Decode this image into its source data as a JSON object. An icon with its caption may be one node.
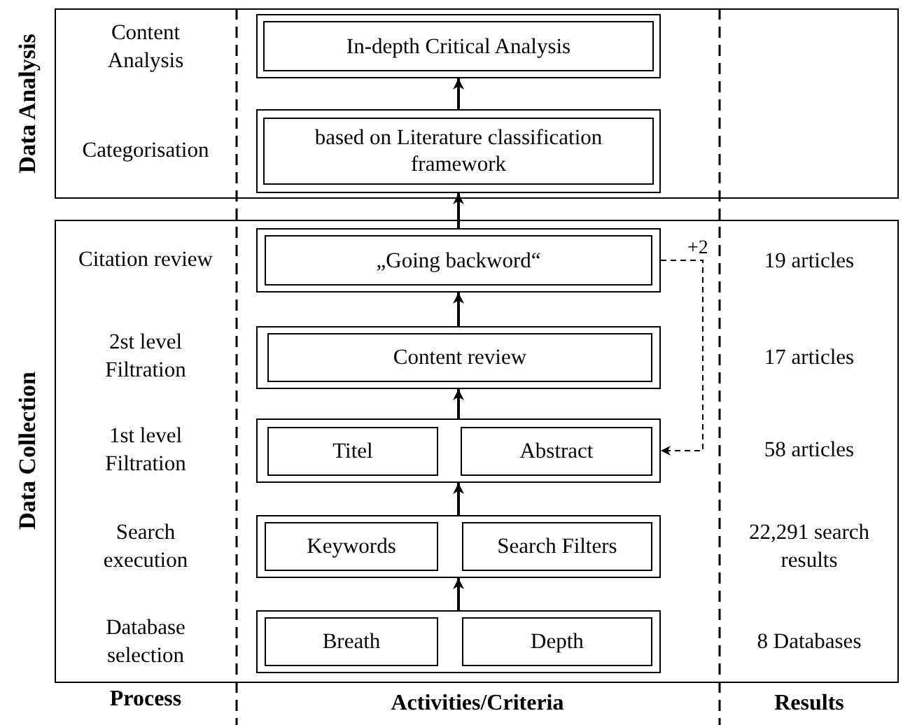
{
  "diagram": {
    "nodes": [
      {
        "text": [
          "Data Analysis"
        ]
      },
      {
        "text": [],
        "shape": "box",
        "in": 0
      },
      {
        "text": [
          "In-depth Critical Analysis"
        ],
        "in": 1
      },
      {
        "text": [],
        "shape": "box",
        "in": 0
      },
      {
        "text": [
          "based on Literature classification framework"
        ],
        "in": 3
      },
      {
        "text": [
          "Data Collection"
        ]
      },
      {
        "text": [],
        "shape": "box",
        "in": 5
      },
      {
        "text": [
          "„Going backword“"
        ],
        "in": 6
      },
      {
        "text": [],
        "shape": "box",
        "in": 5
      },
      {
        "text": [
          "Content review"
        ],
        "in": 8
      },
      {
        "text": [],
        "shape": "box",
        "in": 5
      },
      {
        "text": [
          "Titel"
        ],
        "in": 10
      },
      {
        "text": [
          "Abstract"
        ],
        "in": 10
      },
      {
        "text": [],
        "shape": "box",
        "in": 5
      },
      {
        "text": [
          "Keywords"
        ],
        "in": 13
      },
      {
        "text": [
          "Search Filters"
        ],
        "in": 13
      },
      {
        "text": [],
        "shape": "box",
        "in": 5
      },
      {
        "text": [
          "Breath"
        ],
        "in": 16
      },
      {
        "text": [
          "Depth"
        ],
        "in": 16
      }
    ],
    "edges": [
      {
        "from": 3,
        "to": 1,
        "arrow": "to"
      },
      {
        "from": 6,
        "to": 3,
        "arrow": "to"
      },
      {
        "from": 8,
        "to": 6,
        "arrow": "to"
      },
      {
        "from": 10,
        "to": 8,
        "arrow": "to"
      },
      {
        "from": 13,
        "to": 10,
        "arrow": "to"
      },
      {
        "from": 16,
        "to": 13,
        "arrow": "to"
      },
      {
        "from": 6,
        "to": 10,
        "arrow": "to",
        "label": "+2",
        "style": "dashed"
      }
    ],
    "labels": [
      "Content Analysis",
      "Categorisation",
      "Citation review",
      "19 articles",
      "2st level Filtration",
      "17 articles",
      "1st level Filtration",
      "58 articles",
      "Search execution",
      "22,291 search results",
      "Database selection",
      "8 Databases",
      "Process",
      "Activities/Criteria",
      "Results"
    ]
  }
}
